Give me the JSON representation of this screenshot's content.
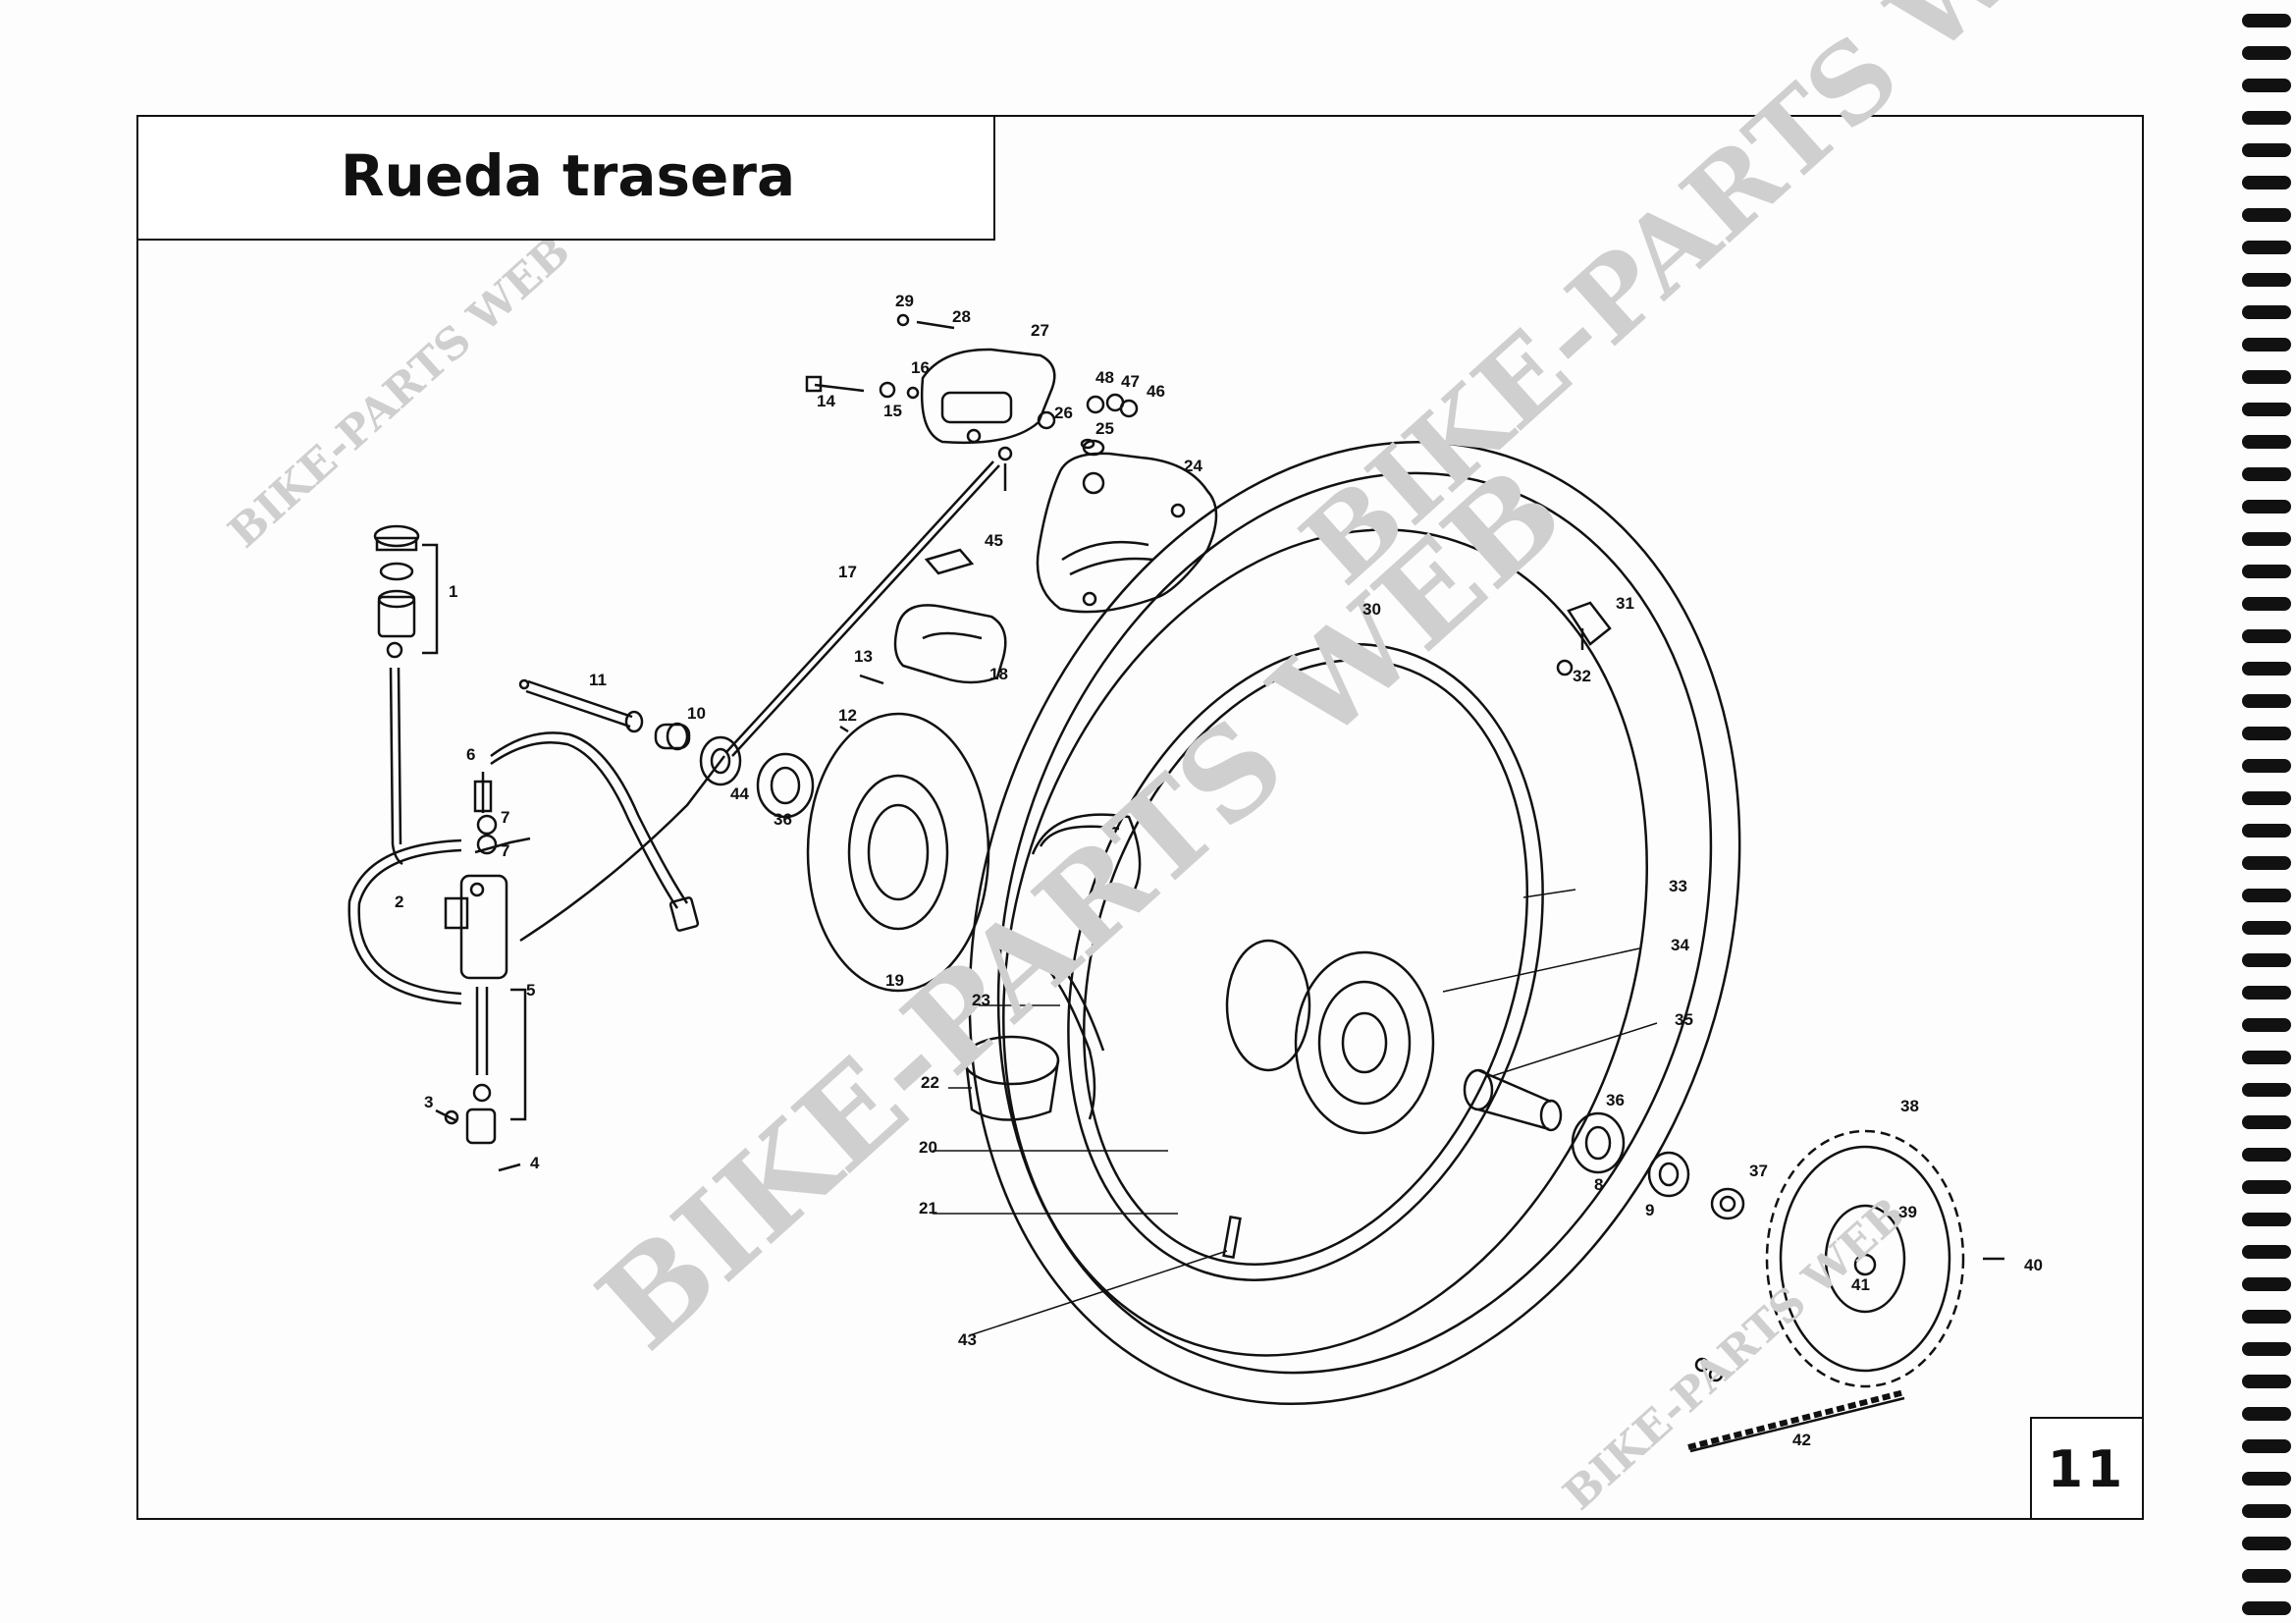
{
  "title": "Rueda trasera",
  "page_number": "11",
  "watermarks": [
    "BIKE-PARTS WEB",
    "BIKE-PARTS WEB",
    "BIKE-PARTS WEB",
    "BIKE-PARTS WEB"
  ],
  "part_labels": [
    "1",
    "2",
    "3",
    "4",
    "5",
    "6",
    "7",
    "7",
    "8",
    "9",
    "10",
    "11",
    "12",
    "13",
    "14",
    "15",
    "16",
    "17",
    "18",
    "19",
    "20",
    "21",
    "22",
    "23",
    "24",
    "25",
    "26",
    "27",
    "28",
    "29",
    "30",
    "31",
    "32",
    "33",
    "34",
    "35",
    "36",
    "36",
    "37",
    "38",
    "39",
    "40",
    "41",
    "42",
    "43",
    "44",
    "45",
    "46",
    "47",
    "48"
  ],
  "colors": {
    "line": "#111111",
    "watermark": "#cfcfcf",
    "paper": "#ffffff"
  }
}
